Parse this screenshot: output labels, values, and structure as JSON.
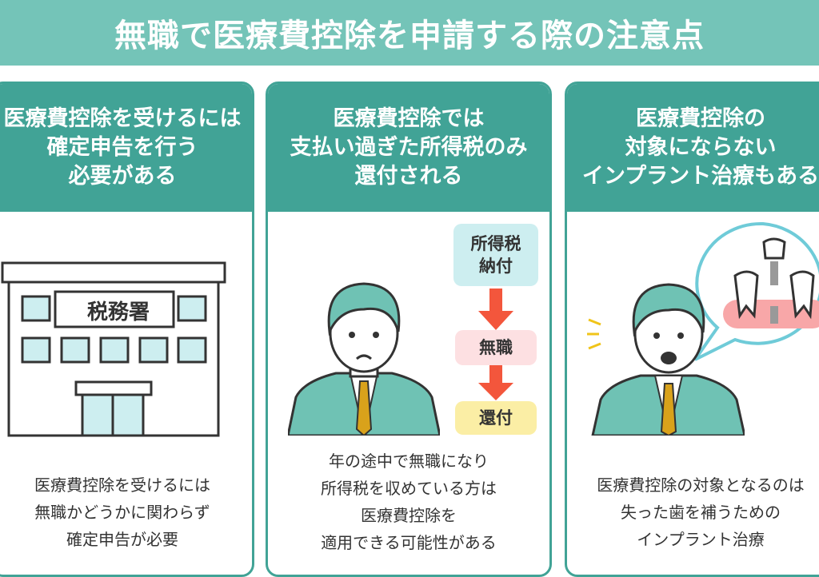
{
  "title": "無職で医療費控除を申請する際の注意点",
  "cards": [
    {
      "heading": [
        "医療費控除を受けるには",
        "確定申告を行う",
        "必要がある"
      ],
      "sign": "税務署",
      "desc": [
        "医療費控除を受けるには",
        "無職かどうかに関わらず",
        "確定申告が必要"
      ]
    },
    {
      "heading": [
        "医療費控除では",
        "支払い過ぎた所得税のみ",
        "還付される"
      ],
      "flow": [
        "所得税\n納付",
        "無職",
        "還付"
      ],
      "desc": [
        "年の途中で無職になり",
        "所得税を収めている方は",
        "医療費控除を",
        "適用できる可能性がある"
      ]
    },
    {
      "heading": [
        "医療費控除の",
        "対象にならない",
        "インプラント治療もある"
      ],
      "desc": [
        "医療費控除の対象となるのは",
        "失った歯を補うための",
        "インプラント治療"
      ]
    }
  ],
  "colors": {
    "banner": "#74c4b8",
    "card": "#41a396",
    "arrow": "#f3563c"
  }
}
